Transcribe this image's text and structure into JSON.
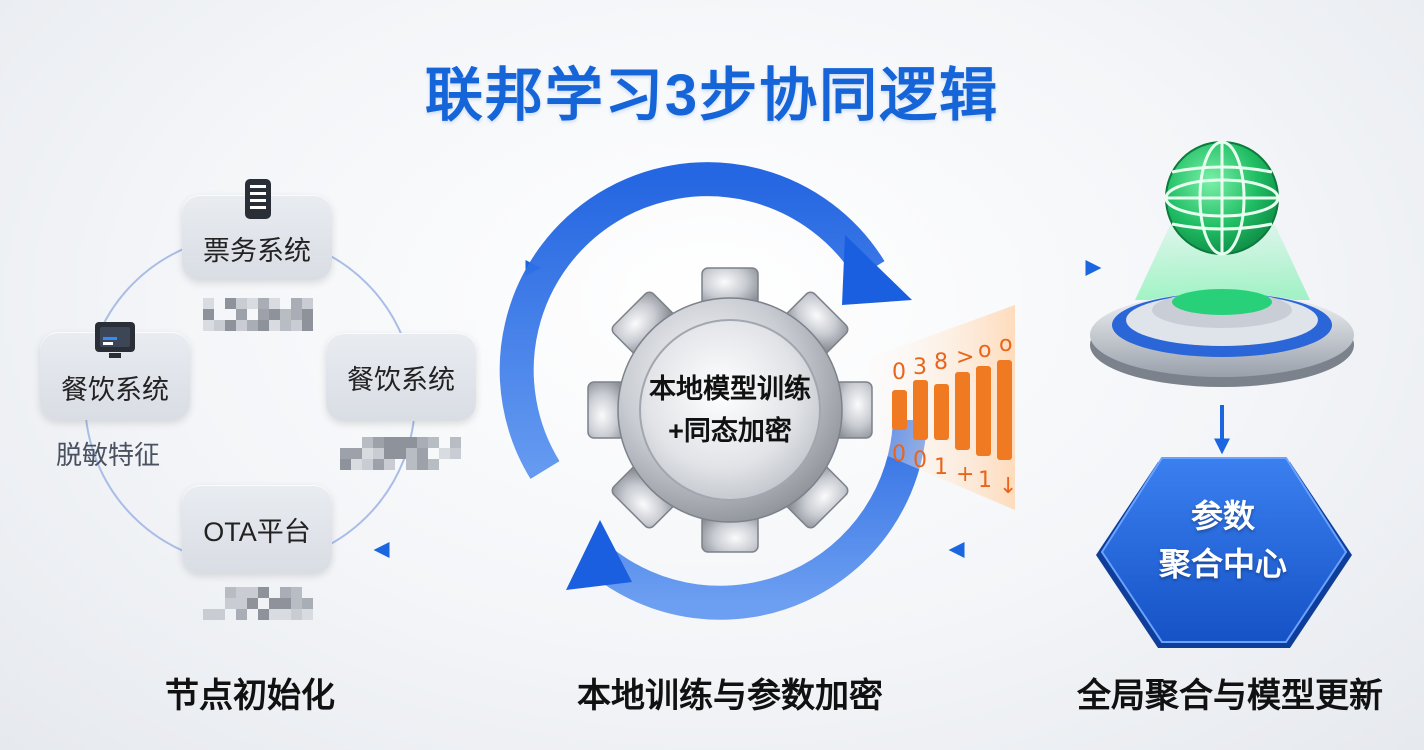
{
  "title": "联邦学习3步协同逻辑",
  "nodes": {
    "ticket": "票务系统",
    "dining_left": "餐饮系统",
    "dining_right": "餐饮系统",
    "ota": "OTA平台"
  },
  "feature_label": "脱敏特征",
  "gear": {
    "line1": "本地模型训练",
    "line2": "+同态加密"
  },
  "encryption_digits": {
    "top": [
      "0",
      "3",
      "8",
      ">",
      "o",
      "o"
    ],
    "bottom": [
      "0",
      "0",
      "1",
      "+",
      "1",
      "↓"
    ]
  },
  "aggregator": {
    "line1": "参数",
    "line2": "聚合中心"
  },
  "steps": {
    "step1": "节点初始化",
    "step2": "本地训练与参数加密",
    "step3": "全局聚合与模型更新"
  },
  "colors": {
    "title": "#1565d8",
    "flow_blue": "#1a66e0",
    "encryption_orange": "#f07a22",
    "globe_green": "#22c26a",
    "hexagon_blue": "#1e63d6"
  },
  "icons": [
    "mobile-phone-icon",
    "monitor-icon",
    "globe-icon",
    "gear-icon"
  ]
}
